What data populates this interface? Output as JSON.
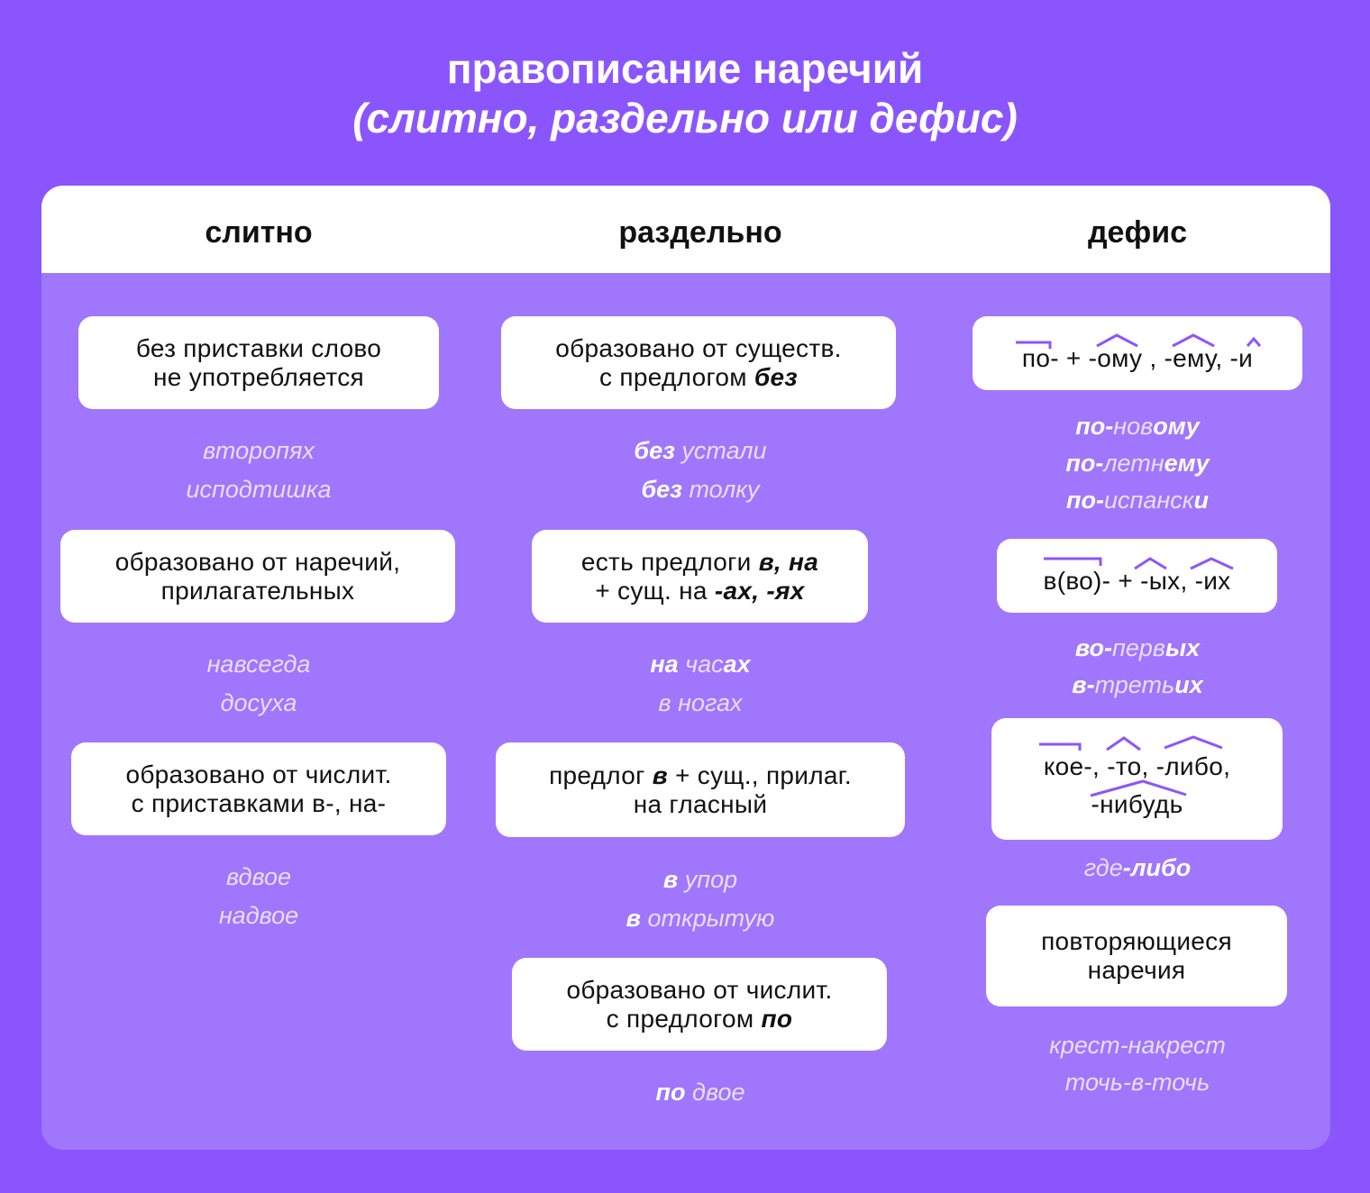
{
  "title": {
    "line1": "правописание наречий",
    "line2": "(слитно, раздельно или дефис)"
  },
  "columns": [
    {
      "header": "слитно",
      "groups": [
        {
          "rule": [
            [
              [
                "без приставки слово",
                0
              ]
            ],
            [
              [
                "не употребляется",
                0
              ]
            ]
          ],
          "examples": [
            [
              [
                "второпях",
                0
              ]
            ],
            [
              [
                "исподтишка",
                0
              ]
            ]
          ]
        },
        {
          "rule": [
            [
              [
                "образовано от наречий,",
                0
              ]
            ],
            [
              [
                "прилагательных",
                0
              ]
            ]
          ],
          "examples": [
            [
              [
                "навсегда",
                0
              ]
            ],
            [
              [
                "досуха",
                0
              ]
            ]
          ]
        },
        {
          "rule": [
            [
              [
                "образовано от числит.",
                0
              ]
            ],
            [
              [
                "с приставками в-, на-",
                0
              ]
            ]
          ],
          "examples": [
            [
              [
                "вдвое",
                0
              ]
            ],
            [
              [
                "надвое",
                0
              ]
            ]
          ]
        }
      ]
    },
    {
      "header": "раздельно",
      "groups": [
        {
          "rule": [
            [
              [
                "образовано от существ.",
                0
              ]
            ],
            [
              [
                "с предлогом ",
                0
              ],
              [
                "без",
                1
              ]
            ]
          ],
          "examples": [
            [
              [
                "без",
                1
              ],
              [
                " устали",
                0
              ]
            ],
            [
              [
                "без",
                1
              ],
              [
                " толку",
                0
              ]
            ]
          ]
        },
        {
          "rule": [
            [
              [
                "есть предлоги ",
                0
              ],
              [
                "в, на",
                1
              ]
            ],
            [
              [
                "+ сущ. на ",
                0
              ],
              [
                "-ах, -ях",
                1
              ]
            ]
          ],
          "examples": [
            [
              [
                "на",
                1
              ],
              [
                " час",
                0
              ],
              [
                "ах",
                1
              ]
            ],
            [
              [
                "в ногах",
                0
              ]
            ]
          ]
        },
        {
          "rule": [
            [
              [
                "предлог ",
                0
              ],
              [
                "в",
                1
              ],
              [
                " + сущ., прилаг.",
                0
              ]
            ],
            [
              [
                "на гласный",
                0
              ]
            ]
          ],
          "examples": [
            [
              [
                "в",
                1
              ],
              [
                " упор",
                0
              ]
            ],
            [
              [
                "в",
                1
              ],
              [
                " открытую",
                0
              ]
            ]
          ]
        },
        {
          "rule": [
            [
              [
                "образовано от числит.",
                0
              ]
            ],
            [
              [
                "с предлогом ",
                0
              ],
              [
                "по",
                1
              ]
            ]
          ],
          "examples": [
            [
              [
                "по",
                1
              ],
              [
                " двое",
                0
              ]
            ]
          ]
        }
      ]
    },
    {
      "header": "дефис",
      "groups": [
        {
          "rule": [
            [
              [
                "по- + -ому , -ему, -и",
                0
              ]
            ]
          ],
          "examples": [
            [
              [
                "по-",
                1
              ],
              [
                "нов",
                0
              ],
              [
                "ому",
                1
              ]
            ],
            [
              [
                "по-",
                1
              ],
              [
                "летн",
                0
              ],
              [
                "ему",
                1
              ]
            ],
            [
              [
                "по-",
                1
              ],
              [
                "испанск",
                0
              ],
              [
                "и",
                1
              ]
            ]
          ]
        },
        {
          "rule": [
            [
              [
                "в(во)- + -ых, -их",
                0
              ]
            ]
          ],
          "examples": [
            [
              [
                "во-",
                1
              ],
              [
                "перв",
                0
              ],
              [
                "ых",
                1
              ]
            ],
            [
              [
                "в-",
                1
              ],
              [
                "треть",
                0
              ],
              [
                "их",
                1
              ]
            ]
          ]
        },
        {
          "rule": [
            [
              [
                "кое-, -то, -либо,",
                0
              ]
            ],
            [
              [
                "-нибудь",
                0
              ]
            ]
          ],
          "examples": [
            [
              [
                "где",
                0
              ],
              [
                "-либо",
                1
              ]
            ]
          ]
        },
        {
          "rule": [
            [
              [
                "повторяющиеся",
                0
              ]
            ],
            [
              [
                "наречия",
                0
              ]
            ]
          ],
          "examples": [
            [
              [
                "крест-накрест",
                0
              ]
            ],
            [
              [
                "точь-в-точь",
                0
              ]
            ]
          ]
        }
      ]
    }
  ],
  "colors": {
    "background": "#8b55fe",
    "panel": "#a076fc",
    "accent": "#8b55fe"
  }
}
